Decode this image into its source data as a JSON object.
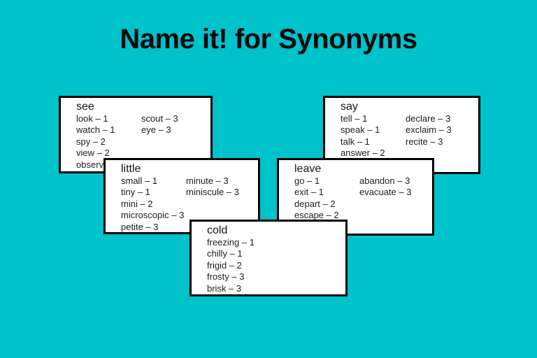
{
  "page": {
    "title": "Name it! for Synonyms",
    "background_color": "#00c2cb",
    "card_background_color": "#ffffff",
    "card_border_color": "#000000",
    "text_color": "#1f1f1f"
  },
  "cards": {
    "see": {
      "title": "see",
      "col1": [
        "look – 1",
        "watch – 1",
        "spy – 2",
        "view – 2",
        "observe"
      ],
      "col2": [
        "scout – 3",
        "eye – 3"
      ]
    },
    "say": {
      "title": "say",
      "col1": [
        "tell – 1",
        "speak – 1",
        "talk – 1",
        "answer – 2"
      ],
      "col2": [
        "declare – 3",
        "exclaim – 3",
        "recite – 3"
      ]
    },
    "little": {
      "title": "little",
      "col1": [
        "small – 1",
        "tiny – 1",
        "mini – 2",
        "microscopic – 3",
        "petite – 3"
      ],
      "col2": [
        "minute – 3",
        "miniscule – 3"
      ]
    },
    "leave": {
      "title": "leave",
      "col1": [
        "go – 1",
        "exit – 1",
        "depart – 2",
        "escape – 2"
      ],
      "col2": [
        "abandon – 3",
        "evacuate – 3"
      ]
    },
    "cold": {
      "title": "cold",
      "col1": [
        "freezing – 1",
        "chilly – 1",
        "frigid – 2",
        "frosty – 3",
        "brisk – 3"
      ],
      "col2": []
    }
  }
}
